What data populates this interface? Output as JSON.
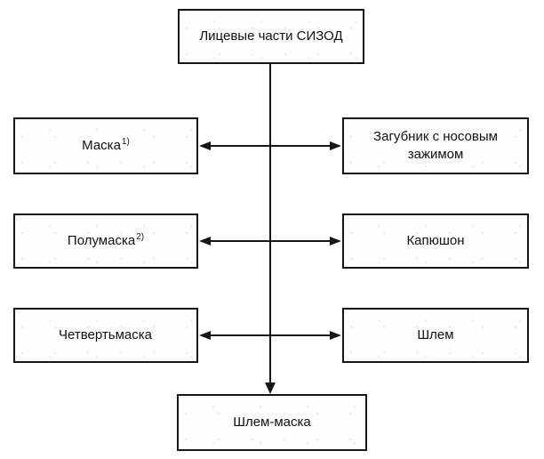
{
  "colors": {
    "line": "#161616",
    "box_border": "#161616",
    "box_background": "#fdfdfd",
    "page_background": "#ffffff",
    "text": "#111111"
  },
  "nodes": {
    "root": {
      "label": "Лицевые части СИЗОД"
    },
    "left": [
      {
        "label": "Маска",
        "sup": "1)"
      },
      {
        "label": "Полумаска",
        "sup": "2)"
      },
      {
        "label": "Четвертьмаска",
        "sup": ""
      }
    ],
    "right": [
      {
        "label": "Загубник с носовым зажимом"
      },
      {
        "label": "Капюшон"
      },
      {
        "label": "Шлем"
      }
    ],
    "bottom": {
      "label": "Шлем-маска"
    }
  }
}
